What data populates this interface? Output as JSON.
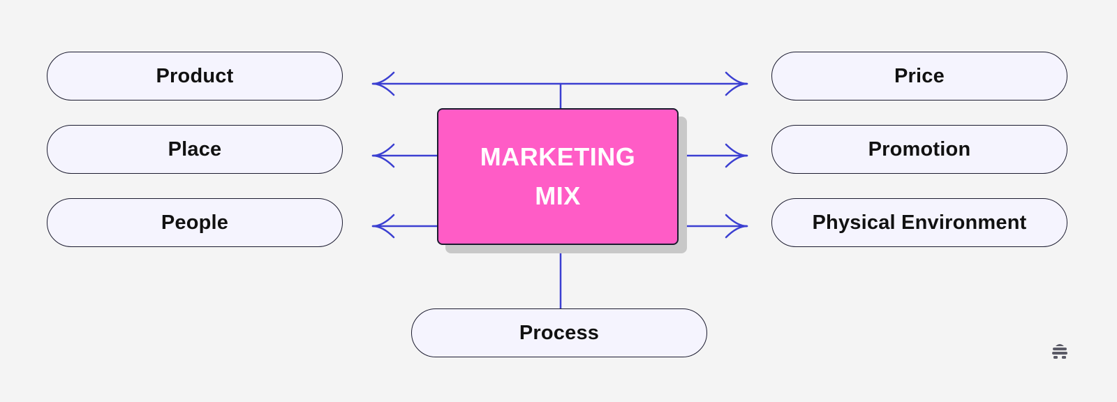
{
  "center": {
    "line1": "MARKETING",
    "line2": "MIX",
    "fill_color": "#ff5cc6",
    "text_color": "#ffffff"
  },
  "nodes": {
    "product": "Product",
    "place": "Place",
    "people": "People",
    "price": "Price",
    "promotion": "Promotion",
    "physical_environment": "Physical Environment",
    "process": "Process"
  },
  "colors": {
    "connector": "#3b3fd1",
    "pill_fill": "#f5f4fe",
    "pill_border": "#1a1a2e",
    "background": "#f4f4f4",
    "logo": "#5a5a66"
  },
  "icons": {
    "logo": "stacked-dome-logo-icon"
  }
}
